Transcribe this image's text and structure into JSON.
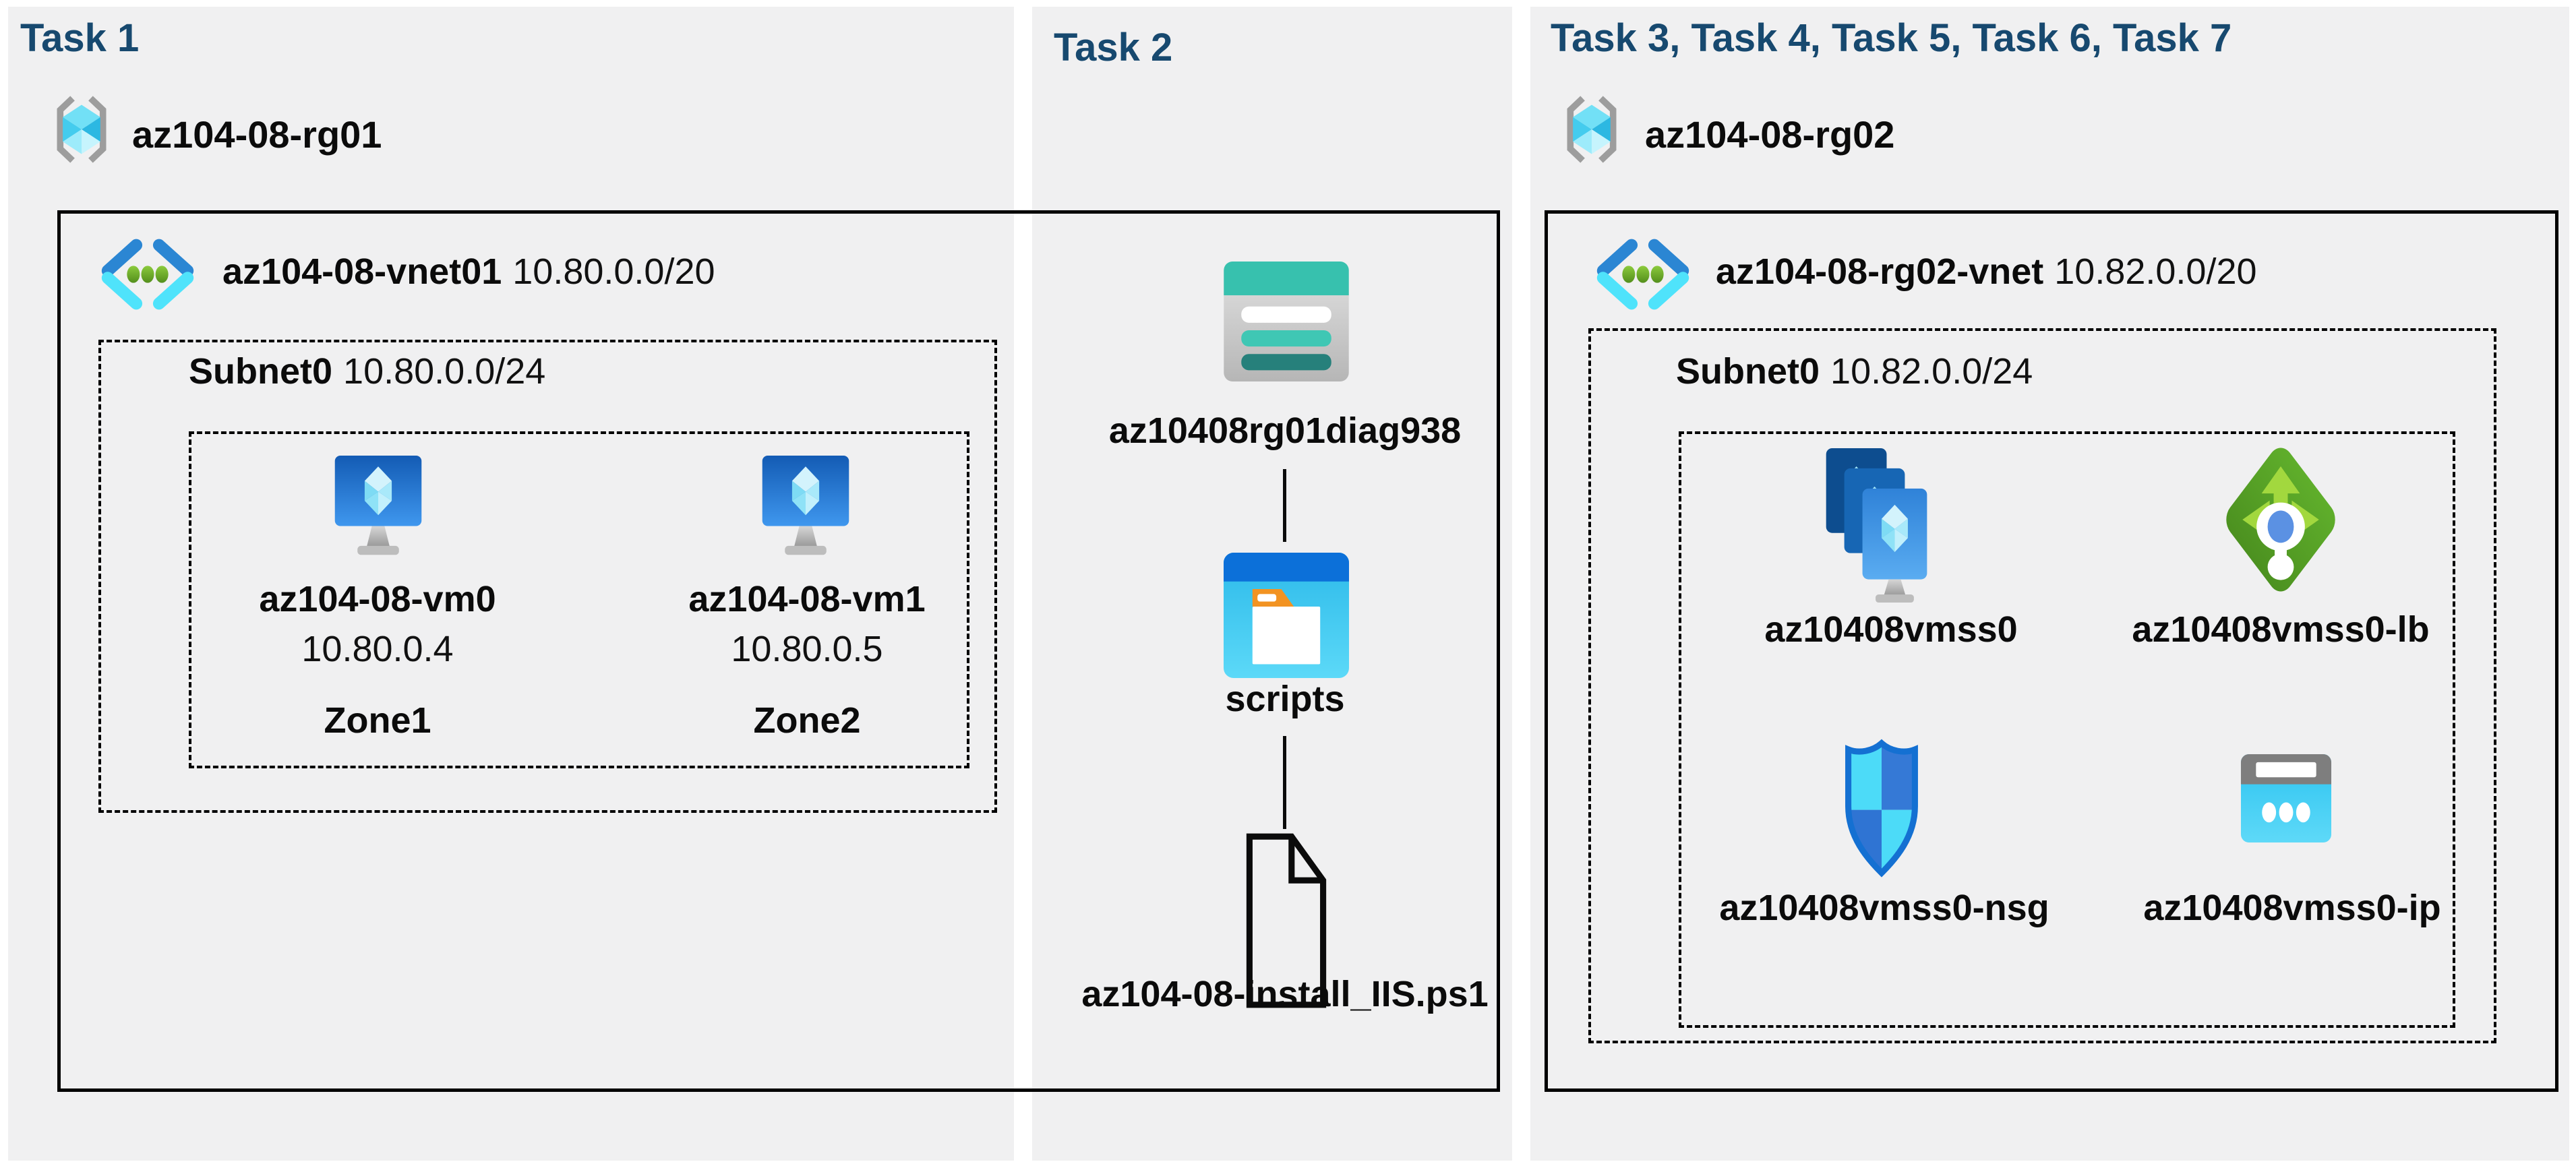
{
  "headers": {
    "task1": "Task 1",
    "task2": "Task 2",
    "task3": "Task 3, Task 4, Task 5, Task 6, Task 7"
  },
  "rg1": {
    "name": "az104-08-rg01"
  },
  "rg2": {
    "name": "az104-08-rg02"
  },
  "vnet1": {
    "name": "az104-08-vnet01",
    "cidr": "10.80.0.0/20"
  },
  "subnet1": {
    "name": "Subnet0",
    "cidr": "10.80.0.0/24"
  },
  "vm0": {
    "name": "az104-08-vm0",
    "ip": "10.80.0.4",
    "zone": "Zone1"
  },
  "vm1": {
    "name": "az104-08-vm1",
    "ip": "10.80.0.5",
    "zone": "Zone2"
  },
  "storage": {
    "name": "az10408rg01diag938"
  },
  "folder": {
    "name": "scripts"
  },
  "file": {
    "name": "az104-08-install_IIS.ps1"
  },
  "vnet2": {
    "name": "az104-08-rg02-vnet",
    "cidr": "10.82.0.0/20"
  },
  "subnet2": {
    "name": "Subnet0",
    "cidr": "10.82.0.0/24"
  },
  "vmss": {
    "name": "az10408vmss0"
  },
  "lb": {
    "name": "az10408vmss0-lb"
  },
  "nsg": {
    "name": "az10408vmss0-nsg"
  },
  "pip": {
    "name": "az10408vmss0-ip"
  },
  "colors": {
    "header_text": "#17496f",
    "panel_bg": "#f0f0f1",
    "storage_teal": "#37c1ae",
    "storage_teal_dark": "#26807b",
    "folder_blue": "#0c70d9",
    "folder_cyan": "#3cc9f0",
    "vnet_blue": "#2b86d3",
    "vnet_cyan": "#4fe3fb",
    "vnet_green": "#6cb32e",
    "vm_blue": "#1f6fce",
    "cube_cyan": "#50d7f3",
    "lb_green": "#58a326",
    "lb_arrow_green": "#a2d83e",
    "nsg_blue": "#1470d2",
    "nsg_cyan": "#4cdbf8",
    "ip_gray": "#7e7e7e",
    "line_black": "#000000"
  }
}
